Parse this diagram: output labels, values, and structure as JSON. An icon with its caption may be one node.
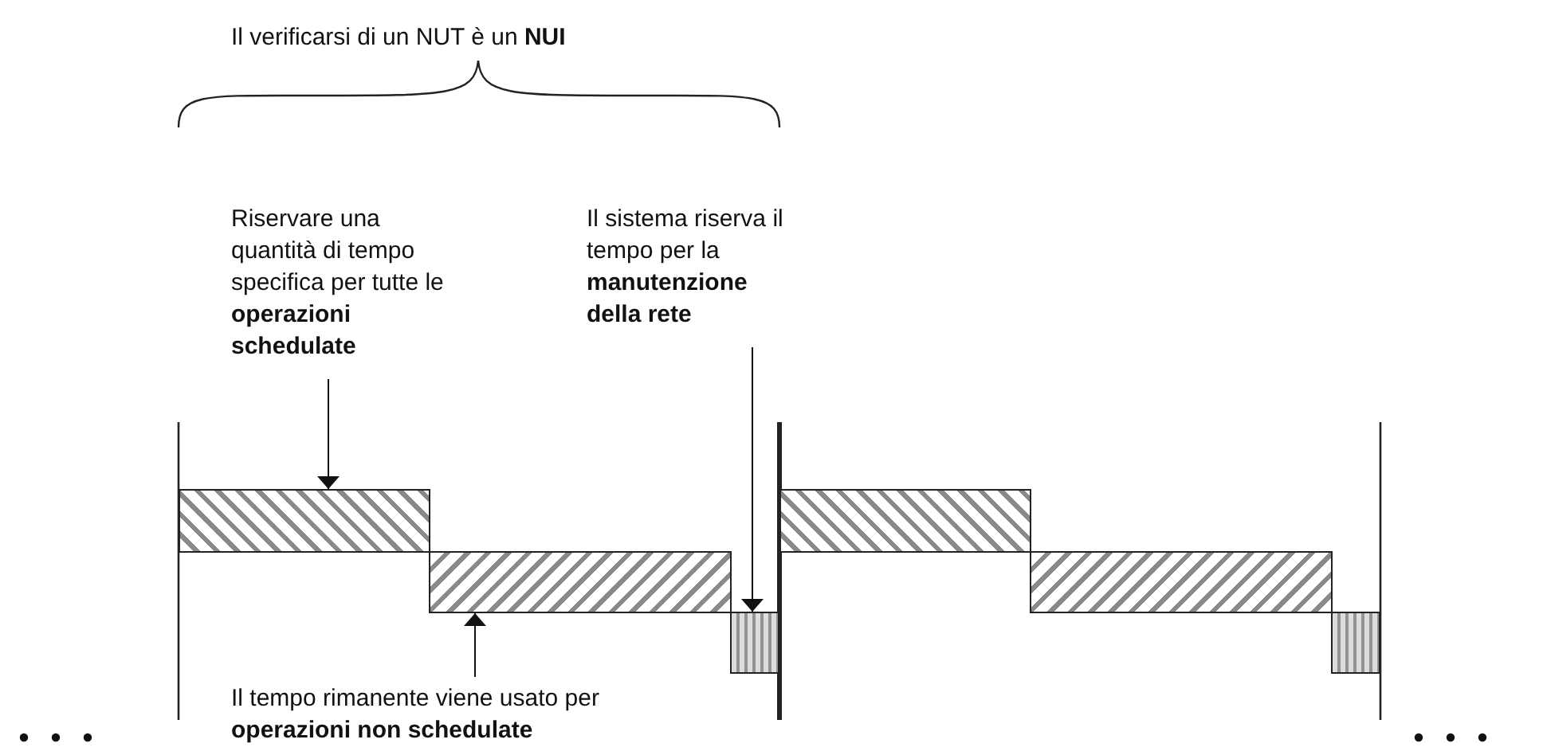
{
  "diagram": {
    "nodes": [
      {
        "text": [
          "Riservare una quantità di tempo specifica per tutte le **operazioni schedulate**"
        ]
      },
      {
        "text": [
          "Il sistema riserva il tempo per la **manutenzione della rete**"
        ]
      },
      {
        "text": [
          "Il tempo rimanente viene usato per **operazioni non schedulate**"
        ]
      },
      {
        "text": [],
        "shape": "bar"
      },
      {
        "text": [],
        "shape": "bar"
      },
      {
        "text": [],
        "shape": "bar"
      },
      {
        "text": [],
        "shape": "bar"
      },
      {
        "text": [],
        "shape": "bar"
      },
      {
        "text": [],
        "shape": "bar"
      }
    ],
    "edges": [
      {
        "from": 0,
        "to": 3,
        "arrow": "to"
      },
      {
        "from": 1,
        "to": 5,
        "arrow": "to"
      },
      {
        "from": 2,
        "to": 4,
        "arrow": "to"
      }
    ],
    "labels": [
      "Il verificarsi di un NUT è un **NUI**"
    ]
  }
}
